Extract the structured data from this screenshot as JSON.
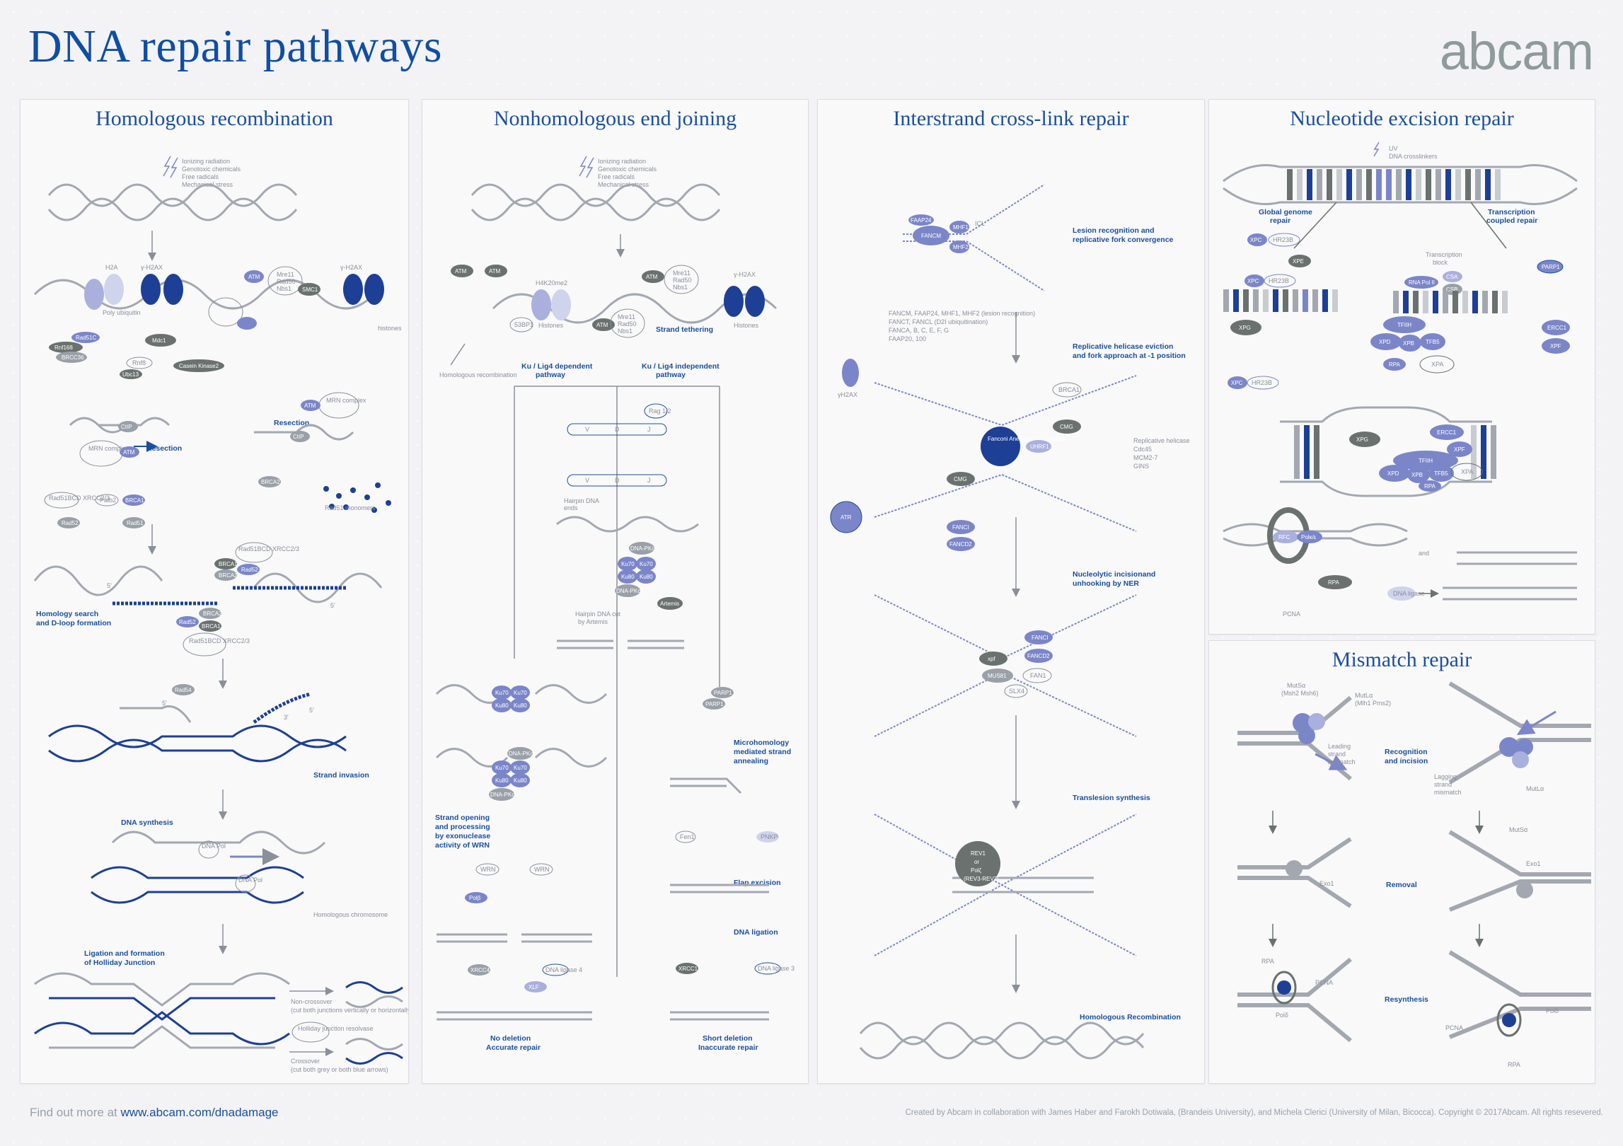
{
  "header": {
    "title": "DNA repair pathways",
    "brand": "abcam"
  },
  "panels": {
    "hr": {
      "title": "Homologous recombination",
      "damage_sources": [
        "Ionizing radiation",
        "Genotoxic chemicals",
        "Free radicals",
        "Mechanical stress"
      ],
      "labels": {
        "h2a": "H2A",
        "gh2ax": "γ-H2AX",
        "poly_ub": "Poly ubiquitin",
        "atm": "ATM",
        "mrn1": "Mre11",
        "mrn2": "Rad50",
        "mrn3": "Nbs1",
        "smc1": "SMC1",
        "gh2ax2": "γ-H2AX",
        "histones": "histones",
        "rad51c": "Rad51C",
        "rnf8": "Rnf168",
        "brcc36": "BRCC36",
        "mdc1": "Mdc1",
        "rnf8b": "Rnf8",
        "ubc13": "Ubc13",
        "ck2": "Casein Kinase2",
        "ctip": "CtIP",
        "mrn_complex": "MRN complex",
        "resection": "Resection",
        "resection2": "Resection",
        "mrn_complex2": "MRN complex",
        "ctip2": "CtIP",
        "brca2": "BRCA2",
        "rad51_monomers": "Rad51 monomers",
        "palb2": "Palb2",
        "brca1": "BRCA1",
        "rad51bcd": "Rad51BCD XRCC2/3",
        "rad52": "Rad52",
        "rad51": "Rad51",
        "rad51bcd2": "Rad51BCD XRCC2/3",
        "brca2b": "BRCA2",
        "rad52b": "Rad52",
        "homology": "Homology search",
        "dloop": "and D-loop formation",
        "rad54": "Rad54",
        "strand_invasion": "Strand invasion",
        "dna_synthesis": "DNA synthesis",
        "dna_pol": "DNA Pol",
        "homologous_chromosome": "Homologous chromosome",
        "ligation": "Ligation and formation",
        "holliday": "of Holliday Junction",
        "noncrossover": "Non-crossover",
        "noncross_sub": "(cut both junctions vertically or horizontally)",
        "holliday_res": "Holliday junction resolvase",
        "crossover": "Crossover",
        "cross_sub": "(cut both grey or both blue arrows)",
        "p5": "5'",
        "p3": "3'"
      }
    },
    "nhej": {
      "title": "Nonhomologous end joining",
      "damage_sources": [
        "Ionizing radiation",
        "Genotoxic chemicals",
        "Free radicals",
        "Mechanical stress"
      ],
      "labels": {
        "atm": "ATM",
        "h4k20": "H4K20me2",
        "gh2ax": "γ-H2AX",
        "p53bp1": "53BP1",
        "histones": "Histones",
        "mre11": "Mre11",
        "rad50": "Rad50",
        "nbs1": "Nbs1",
        "histones2": "Histones",
        "strand_tethering": "Strand tethering",
        "homologous_recomb": "Homologous recombination",
        "ku_dep": "Ku / Lig4 dependent",
        "ku_dep2": "pathway",
        "ku_indep": "Ku / Lig4 independent",
        "ku_indep2": "pathway",
        "rag": "Rag 1/2",
        "v": "V",
        "d": "D",
        "j": "J",
        "hairpin": "Hairpin DNA",
        "ends": "ends",
        "dnapkcs": "DNA-PKcs",
        "ku70": "Ku70",
        "ku80": "Ku80",
        "artemis": "Artemis",
        "hairpin_cut": "Hairpin DNA cut",
        "by_artemis": "by Artemis",
        "parp1": "PARP1",
        "mmej": "Microhomology",
        "mmej2": "mediated strand",
        "mmej3": "annealing",
        "strand_open": "Strand opening",
        "strand_open2": "and processing",
        "strand_open3": "by exonuclease",
        "strand_open4": "activity of WRN",
        "wrn": "WRN",
        "fen1": "Fen1",
        "pnkp": "PNKP",
        "flap": "Flap excision",
        "polb": "Polβ",
        "dna_ligation": "DNA ligation",
        "xrcc4": "XRCC4",
        "lig4": "DNA ligase 4",
        "xlf": "XLF",
        "xrcc1": "XRCC1",
        "lig3": "DNA ligase 3",
        "no_deletion": "No deletion",
        "accurate": "Accurate repair",
        "short_deletion": "Short deletion",
        "inaccurate": "Inaccurate repair"
      }
    },
    "icl": {
      "title": "Interstrand cross-link repair",
      "labels": {
        "faap24": "FAAP24",
        "fancm": "FANCM",
        "mhf1": "MHF1",
        "mhf2": "MHF2",
        "icl": "ICL",
        "lesion1": "Lesion recognition and",
        "lesion2": "replicative fork convergence",
        "complex_list1": "FANCM, FAAP24, MHF1, MHF2 (lesion recognition)",
        "complex_list2": "FANCT, FANCL (D2I ubiquitination)",
        "complex_list3": "FANCA, B, C, E, F, G",
        "complex_list4": "FAAP20, 100",
        "helicase1": "Replicative helicase eviction",
        "helicase2": "and fork approach at -1 position",
        "gh2ax": "γH2AX",
        "brca1": "BRCA1",
        "fanconi": "Fanconi Anemia Core Complex",
        "cmg": "CMG",
        "uhrf1": "UHRF1",
        "rep_helicase": "Replicative helicase",
        "cdc45": "Cdc45",
        "mcm27": "MCM2-7",
        "gins": "GINS",
        "cmg2": "CMG",
        "atr": "ATR",
        "fanci": "FANCI",
        "fancd2": "FANCD2",
        "nucleo1": "Nucleolytic incisionand",
        "nucleo2": "unhooking by NER",
        "fanci2": "FANCI",
        "xpf": "xpf",
        "fancd2b": "FANCD2",
        "mus81": "MUS81",
        "fan1": "FAN1",
        "slx4": "SLX4",
        "tls": "Translesion synthesis",
        "rev1": "REV1",
        "or": "or",
        "polz": "Polζ",
        "rev37": "(REV3-REV7)",
        "homologous": "Homologous Recombination"
      }
    },
    "ner": {
      "title": "Nucleotide excision repair",
      "labels": {
        "uv": "UV",
        "crosslinkers": "DNA crosslinkers",
        "gg1": "Global genome",
        "gg2": "repair",
        "tc1": "Transcription",
        "tc2": "coupled repair",
        "xpc": "XPC",
        "hr23b": "HR23B",
        "xpe": "XPE",
        "xpc2": "XPC",
        "hr23b2": "HR23B",
        "tblock1": "Transcription",
        "tblock2": "block",
        "rnapol": "RNA Pol II",
        "csa": "CSA",
        "csb": "CSB",
        "parp1": "PARP1",
        "xpg": "XPG",
        "tfiih": "TFIIH",
        "xpd": "XPD",
        "xpb": "XPB",
        "tfb5": "TFB5",
        "ercc1": "ERCC1",
        "xpf": "XPF",
        "rpa": "RPA",
        "xpa": "XPA",
        "xpc3": "XPC",
        "hr23b3": "HR23B",
        "xpg2": "XPG",
        "tfiih2": "TFIIH",
        "ercc1b": "ERCC1",
        "xpf2": "XPF",
        "xpd2": "XPD",
        "xpb2": "XPB",
        "tfb52": "TFB5",
        "xpa2": "XPA",
        "rpa2": "RPA",
        "rfc": "RFC",
        "polk": "Polκ/ε",
        "rpa3": "RPA",
        "pcna": "PCNA",
        "and": "and",
        "ligase": "DNA ligase"
      }
    },
    "mmr": {
      "title": "Mismatch repair",
      "labels": {
        "mutsa": "MutSα",
        "mutsa_sub": "(Msh2 Msh6)",
        "mutla": "MutLα",
        "mutla_sub": "(Mlh1 Pms2)",
        "leading1": "Leading",
        "leading2": "strand",
        "leading3": "mismatch",
        "recog1": "Recognition",
        "recog2": "and incision",
        "lagging1": "Lagging",
        "lagging2": "strand",
        "lagging3": "mismatch",
        "mutla2": "MutLα",
        "mutsa2": "MutSα",
        "exo1": "Exo1",
        "removal": "Removal",
        "exo1b": "Exo1",
        "rpa": "RPA",
        "pcna": "PCNA",
        "resynthesis": "Resynthesis",
        "pold": "Polδ",
        "pold2": "Polδ",
        "pcna2": "PCNA",
        "rpa2": "RPA"
      }
    }
  },
  "footer": {
    "prefix": "Find out more at ",
    "url": "www.abcam.com/dnadamage",
    "credit": "Created by Abcam in collaboration with James Haber and Farokh Dotiwala, (Brandeis University), and Michela Clerici (University of Milan, Bicocca). Copyright © 2017Abcam. All rights resevered."
  },
  "colors": {
    "brand_blue": "#1a4fa0",
    "dark_blue": "#0d3a8a",
    "protein_purple": "#7b86c9",
    "light_purple": "#aab0dd",
    "protein_grey": "#9aa0a8",
    "dark_grey": "#6a716f",
    "dna_grey": "#a3a8b0"
  }
}
